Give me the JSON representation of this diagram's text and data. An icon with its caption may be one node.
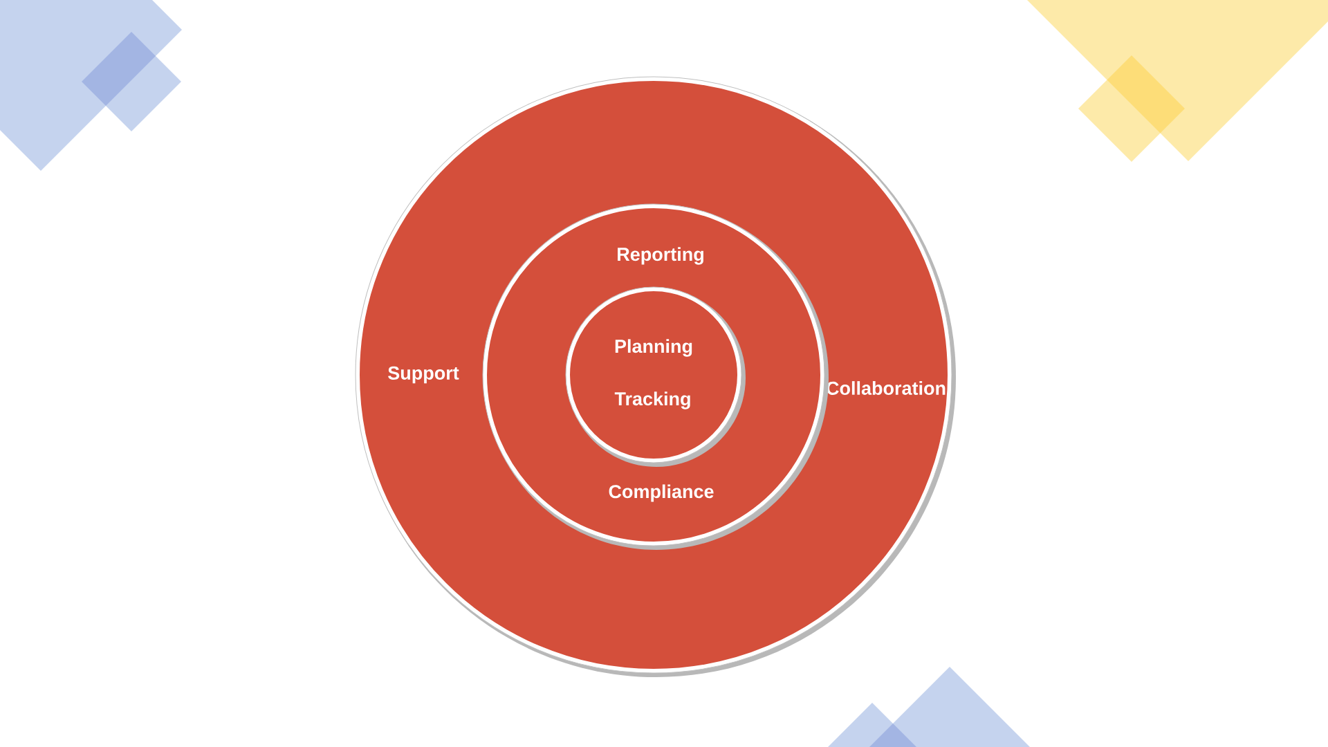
{
  "diagram": {
    "nodes": [
      {
        "text": [
          "Support",
          "Collaboration"
        ]
      },
      {
        "text": [
          "Reporting",
          "Compliance"
        ],
        "in": 0
      },
      {
        "text": [
          "Planning",
          "Tracking"
        ],
        "in": 1
      }
    ]
  }
}
